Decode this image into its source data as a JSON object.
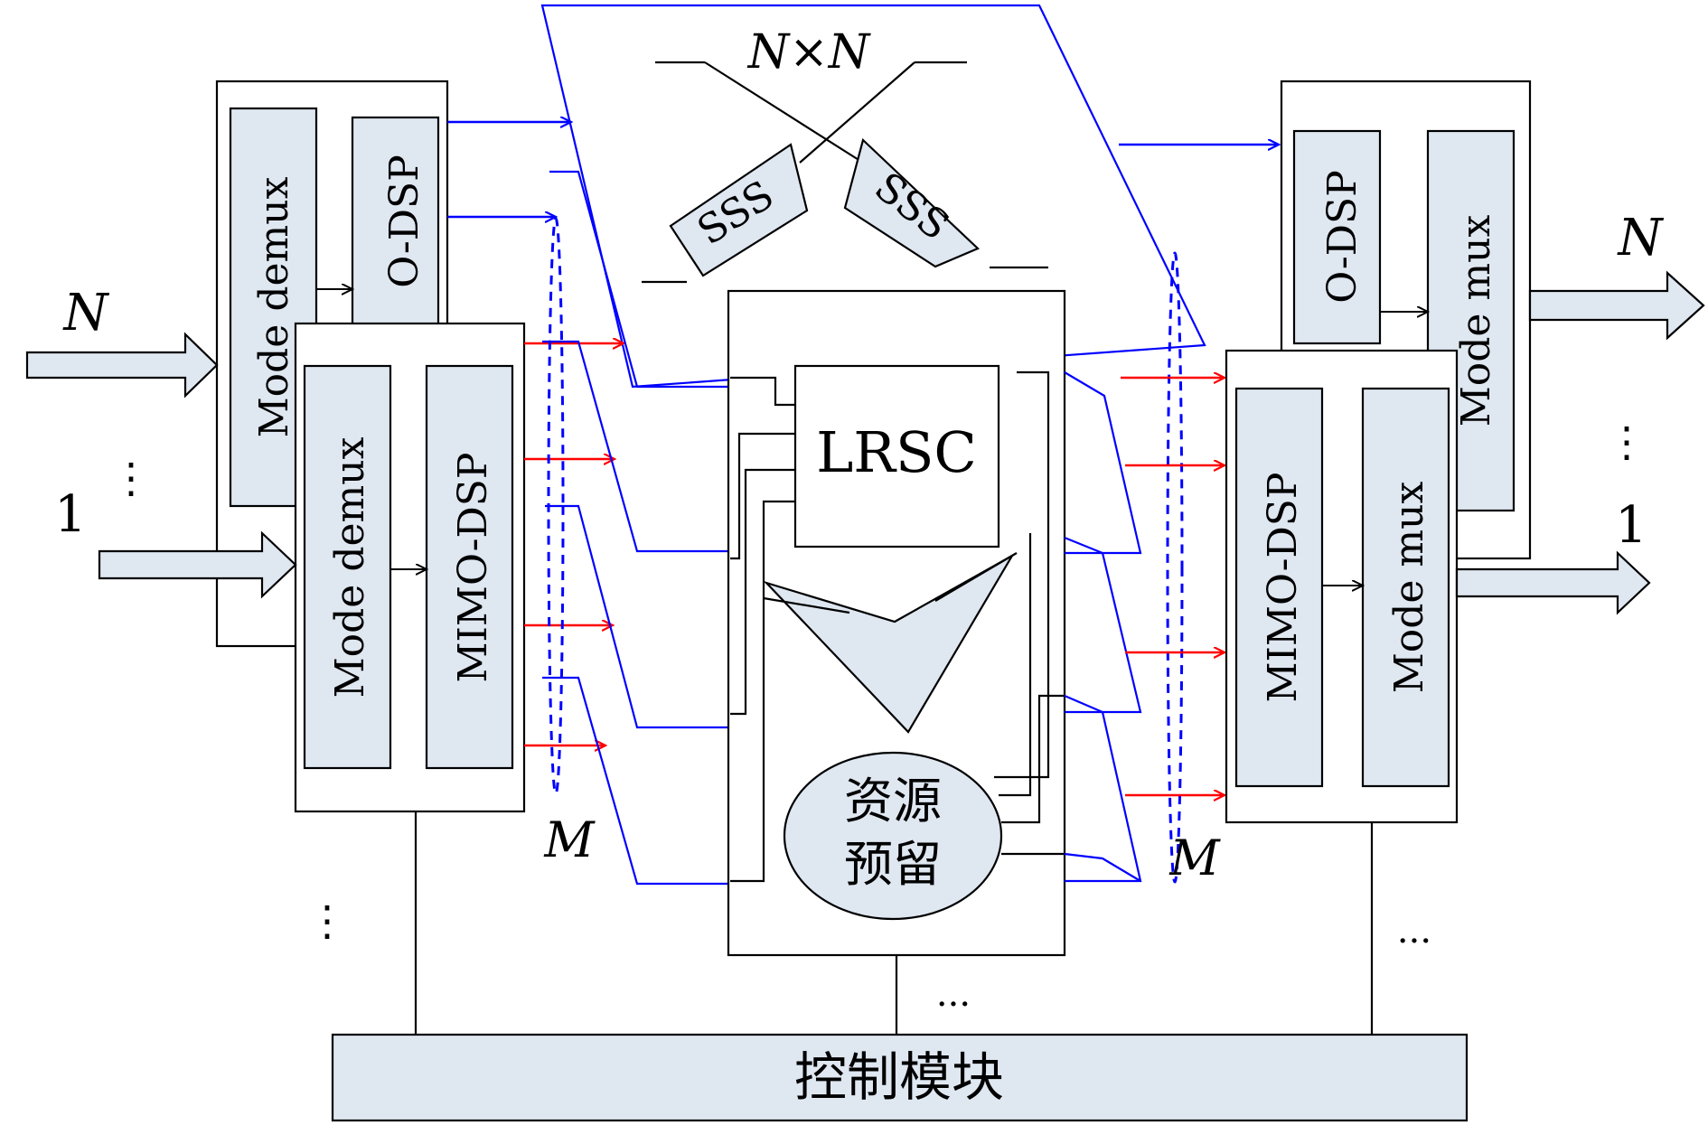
{
  "colors": {
    "block_fill": "#dfe7f1",
    "blue_line": "#0000ff",
    "red_arrow": "#ff0000",
    "stroke": "#000000"
  },
  "labels": {
    "nxn": "N×N",
    "sss": "SSS",
    "input_n": "N",
    "input_1": "1",
    "output_n": "N",
    "output_1": "1",
    "m_left": "M",
    "m_right": "M",
    "mode_demux": "Mode demux",
    "mimo_dsp": "MIMO-DSP",
    "mimo_dsp_cut": "O-DSP",
    "mode_mux": "Mode mux",
    "lrsc": "LRSC",
    "resource_line1": "资源",
    "resource_line2": "预留",
    "control_module": "控制模块",
    "dots_vertical": "⋮",
    "dots_horizontal": "···"
  }
}
